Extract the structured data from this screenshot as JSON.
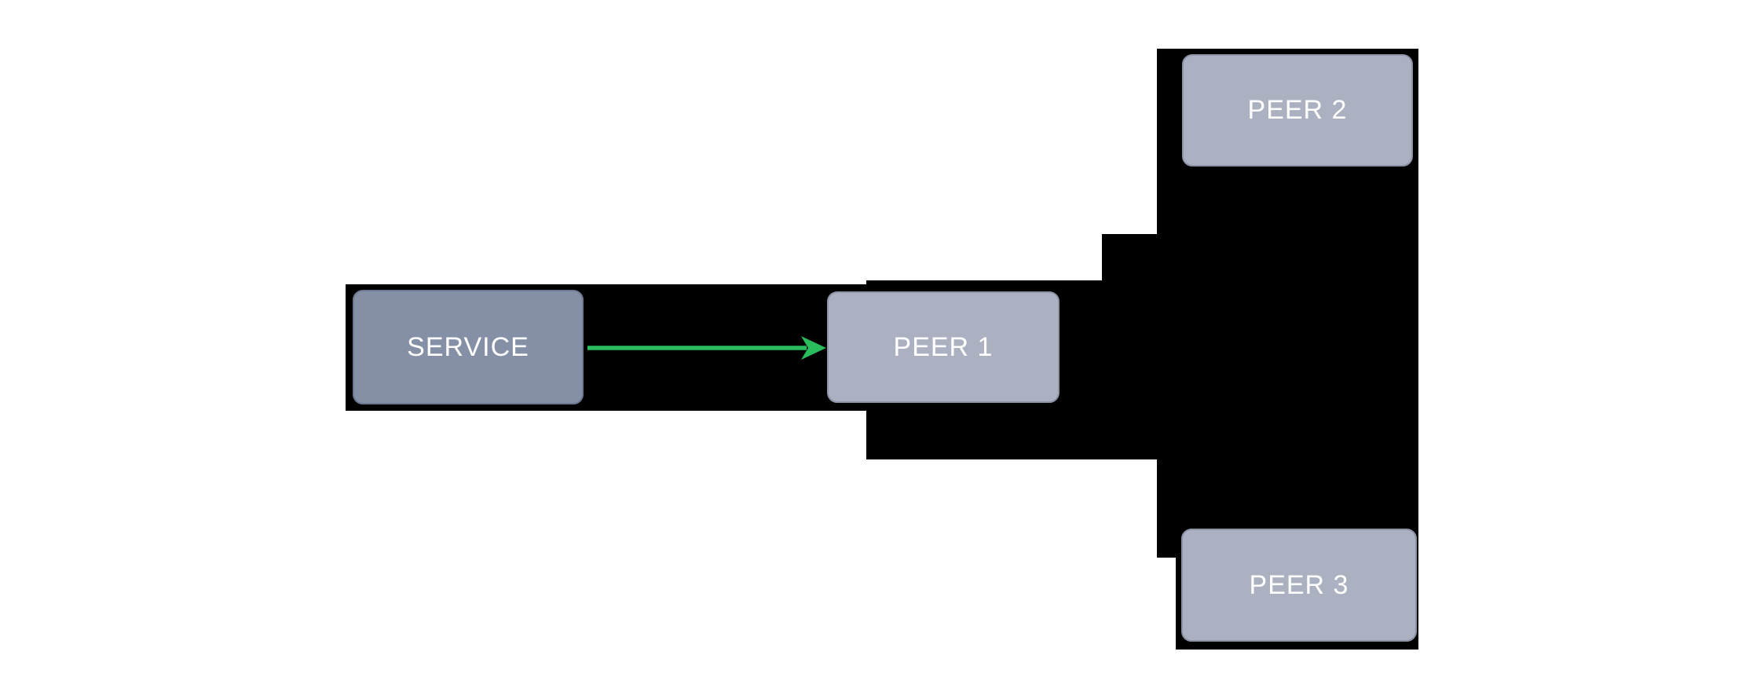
{
  "diagram": {
    "title": "service-peer-topology",
    "nodes": [
      {
        "id": "service",
        "label": "SERVICE"
      },
      {
        "id": "peer1",
        "label": "PEER 1"
      },
      {
        "id": "peer2",
        "label": "PEER 2"
      },
      {
        "id": "peer3",
        "label": "PEER 3"
      }
    ],
    "edges": [
      {
        "from": "SERVICE",
        "to": "PEER 1",
        "type": "arrow",
        "color": "#2abd5e"
      }
    ]
  },
  "colors": {
    "page_bg": "#ffffff",
    "region_black": "#000000",
    "service_fill": "#8590a7",
    "service_border": "#6d7992",
    "peer_fill": "#abb1c0",
    "peer_border": "#8c94a7",
    "arrow_green": "#2abd5e",
    "label_color": "#ffffff"
  }
}
